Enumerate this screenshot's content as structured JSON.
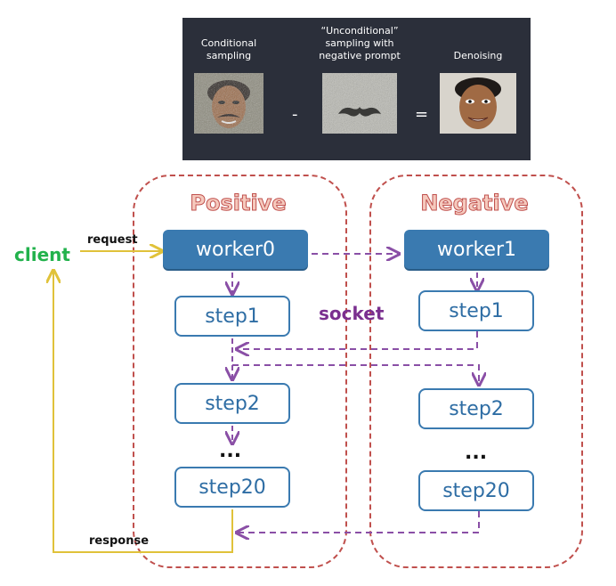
{
  "banner": {
    "captions": {
      "conditional": "Conditional sampling",
      "unconditional": "“Unconditional” sampling with negative prompt",
      "denoising": "Denoising"
    },
    "operators": {
      "minus": "-",
      "equals": "="
    }
  },
  "regions": {
    "positive": "Positive",
    "negative": "Negative"
  },
  "client": "client",
  "labels": {
    "request": "request",
    "response": "response",
    "socket": "socket"
  },
  "positive_column": {
    "worker": "worker0",
    "steps": [
      "step1",
      "step2",
      "...",
      "step20"
    ]
  },
  "negative_column": {
    "worker": "worker1",
    "steps": [
      "step1",
      "step2",
      "...",
      "step20"
    ]
  },
  "colors": {
    "worker_fill": "#3a7ab0",
    "region_border": "#c0504d",
    "client_text": "#22b24c",
    "client_arrows": "#e0c23a",
    "socket_arrows": "#8a4fa6"
  }
}
